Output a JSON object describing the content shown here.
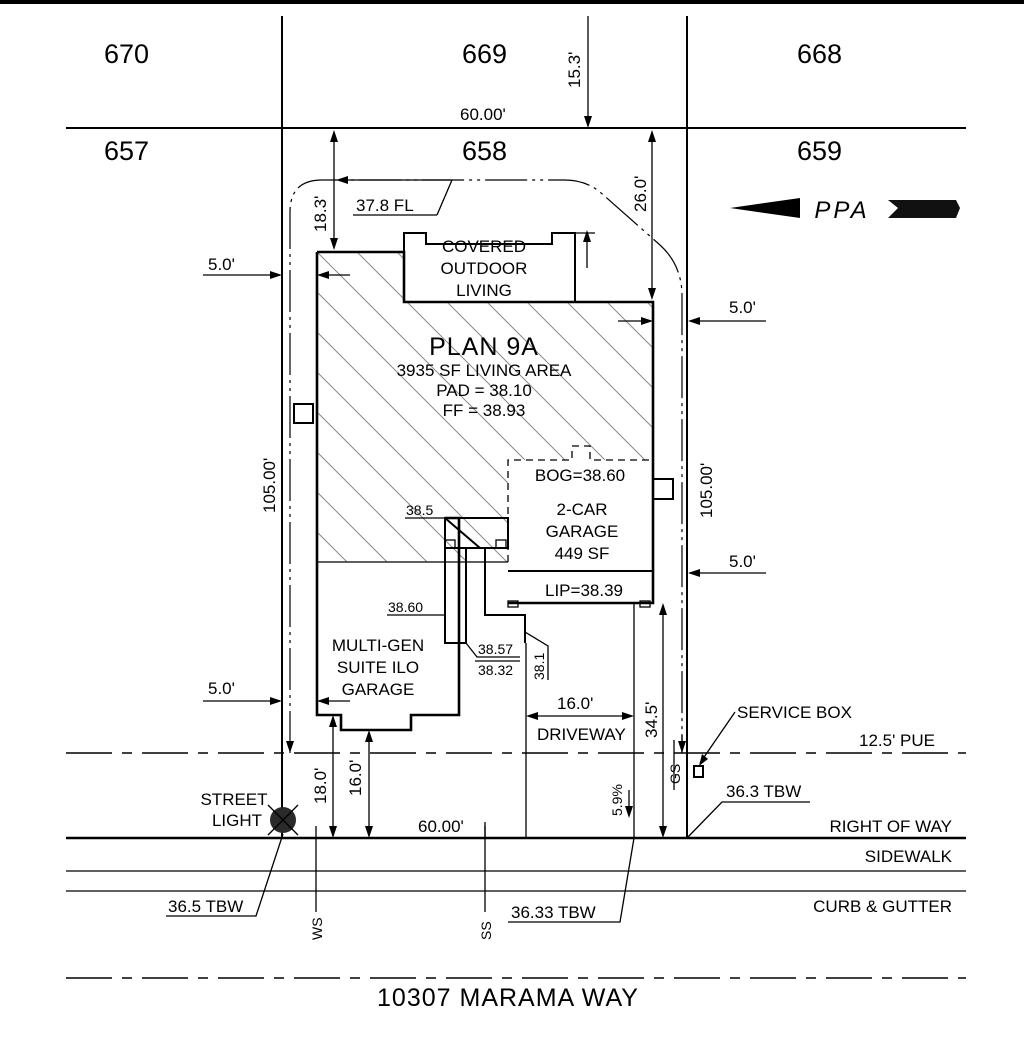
{
  "lots": {
    "lot_670": "670",
    "lot_669": "669",
    "lot_668": "668",
    "lot_657": "657",
    "lot_658": "658",
    "lot_659": "659"
  },
  "house": {
    "plan": "PLAN 9A",
    "living_area": "3935 SF LIVING AREA",
    "pad": "PAD = 38.10",
    "ff": "FF = 38.93",
    "covered_outdoor": [
      "COVERED",
      "OUTDOOR",
      "LIVING"
    ],
    "garage": [
      "2-CAR",
      "GARAGE",
      "449 SF"
    ],
    "bog": "BOG=38.60",
    "lip": "LIP=38.39",
    "multigen": [
      "MULTI-GEN",
      "SUITE ILO",
      "GARAGE"
    ]
  },
  "dimensions": {
    "rear_width": "60.00'",
    "front_width": "60.00'",
    "rear_offset": "15.3'",
    "rear_setback": "18.3'",
    "fl": "37.8 FL",
    "corner_setback": "26.0'",
    "side_left_upper": "5.0'",
    "side_right_upper": "5.0'",
    "side_right_lower": "5.0'",
    "side_left_lower": "5.0'",
    "depth_left": "105.00'",
    "depth_right": "105.00'",
    "front_setback_a": "18.0'",
    "front_setback_b": "16.0'",
    "driveway_width": "16.0'",
    "driveway": "DRIVEWAY",
    "garage_setback": "34.5'",
    "slope": "5.9%"
  },
  "elevations": {
    "e_38_5": "38.5",
    "e_38_60": "38.60",
    "e_38_57": "38.57",
    "e_38_32": "38.32",
    "e_38_1": "38.1"
  },
  "utilities": {
    "service_box": "SERVICE BOX",
    "pue": "12.5' PUE",
    "tbw_right": "36.3 TBW",
    "tbw_left": "36.5 TBW",
    "tbw_mid": "36.33 TBW",
    "street_light": [
      "STREET",
      "LIGHT"
    ],
    "ws": "WS",
    "ss": "SS",
    "gs": "GS"
  },
  "street": {
    "right_of_way": "RIGHT OF WAY",
    "sidewalk": "SIDEWALK",
    "curb": "CURB & GUTTER",
    "address": "10307 MARAMA WAY"
  },
  "logo": "PPA"
}
